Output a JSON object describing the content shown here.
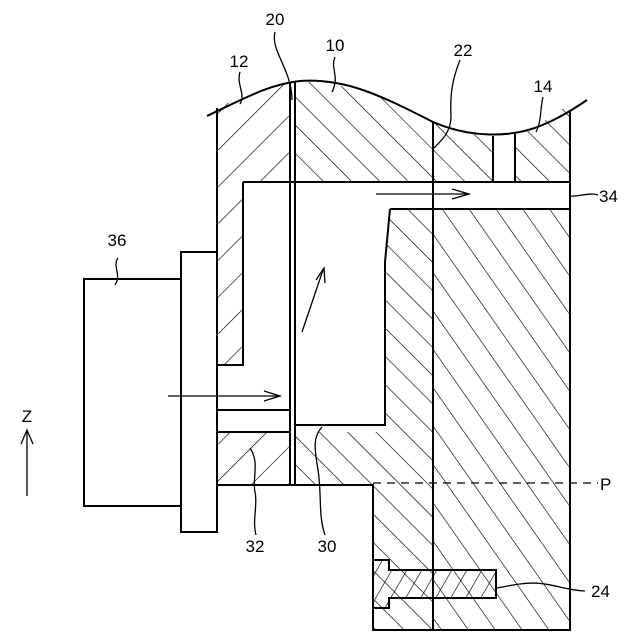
{
  "labels": {
    "l10": "10",
    "l12": "12",
    "l14": "14",
    "l20": "20",
    "l22": "22",
    "l24": "24",
    "l30": "30",
    "l32": "32",
    "l34": "34",
    "l36": "36",
    "lP": "P",
    "lZ": "Z"
  },
  "colors": {
    "line": "#000000",
    "background": "#ffffff"
  }
}
